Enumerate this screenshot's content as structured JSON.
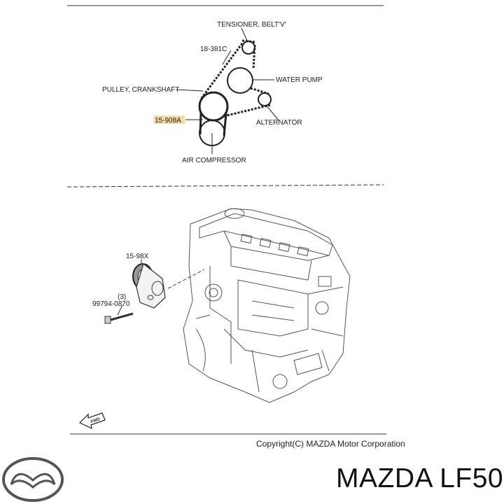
{
  "belt_diagram": {
    "labels": {
      "tensioner": "TENSIONER, BELT'V'",
      "belt_main": "18-381C",
      "water_pump": "WATER PUMP",
      "crankshaft_pulley": "PULLEY, CRANKSHAFT",
      "belt_ac": "15-908A",
      "alternator": "ALTERNATOR",
      "air_compressor": "AIR COMPRESSOR"
    },
    "highlight_color": "#f4c97a"
  },
  "engine_diagram": {
    "labels": {
      "compressor_part": "15-98X",
      "bolt_qty": "(3)",
      "bolt_part": "99794-0870",
      "fwd": "FWD"
    }
  },
  "footer": {
    "copyright": "Copyright(C) MAZDA Motor Corporation",
    "brand_title": "MAZDA LF50",
    "logo_icon": "mazda-logo-icon"
  }
}
